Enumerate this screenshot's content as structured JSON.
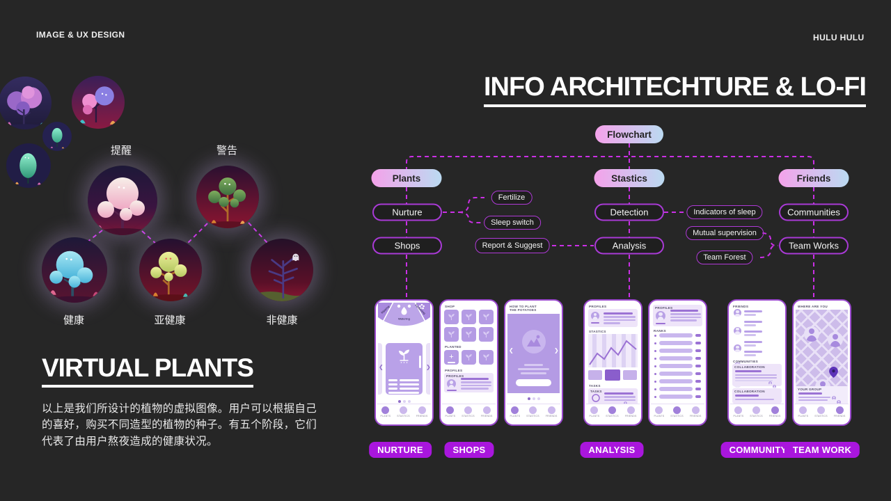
{
  "header": {
    "left_title": "IMAGE & UX DESIGN",
    "right_title": "HULU HULU"
  },
  "left": {
    "labels": {
      "remind": "提醒",
      "warn": "警告",
      "healthy": "健康",
      "subhealthy": "亚健康",
      "unhealthy": "非健康"
    },
    "title": "VIRTUAL PLANTS",
    "paragraph": "以上是我们所设计的植物的虚拟图像。用户可以根据自己的喜好，购买不同造型的植物的种子。有五个阶段，它们代表了由用户熬夜造成的健康状况。"
  },
  "right": {
    "title": "INFO ARCHITECHTURE & LO-FI"
  },
  "flow": {
    "root": "Flowchart",
    "plants": "Plants",
    "nurture": "Nurture",
    "shops": "Shops",
    "fertilize": "Fertilize",
    "sleep_switch": "Sleep switch",
    "report": "Report & Suggest",
    "stastics": "Stastics",
    "detection": "Detection",
    "analysis": "Analysis",
    "indicators": "Indicators of sleep",
    "mutual": "Mutual supervision",
    "forest": "Team Forest",
    "friends": "Friends",
    "communities": "Communities",
    "teamworks": "Team Works"
  },
  "phones": {
    "nav": [
      "PLANTS",
      "STASTICS",
      "FRIENDS"
    ],
    "nurture": {
      "wedge_left": "Nipping",
      "wedge_mid": "Watering",
      "wedge_right": "Fertilizing"
    },
    "shops": {
      "shop": "SHOP",
      "planted": "PLANTED",
      "profiles": "PROFILES",
      "card": "PROFILES"
    },
    "howto": {
      "header": "HOW TO PLANT THE POTATOES"
    },
    "analysis": {
      "profiles": "PROFILES",
      "stastics": "STASTICS",
      "tasks": "TASKS",
      "card": "TASKS"
    },
    "ranks": {
      "card": "PROFILES",
      "ranks": "RANKS"
    },
    "community": {
      "friends": "FRIENDS",
      "communities": "COMMUNITIES",
      "collab": "COLLABORATION",
      "collab2": "COLLABORATION"
    },
    "teamwork": {
      "header": "WHERE ARE YOU",
      "group": "YOUR GROUP"
    }
  },
  "pills": [
    "NURTURE",
    "SHOPS",
    "ANALYSIS",
    "COMMUNITY",
    "TEAM WORK"
  ],
  "colors": {
    "background": "#262626",
    "accent_magenta": "#cb2fe6",
    "node_border": "#a93ad6",
    "gradient_start": "#f4a2ea",
    "gradient_end": "#bbdaf1",
    "pill": "#a916dd",
    "phone_purple": "#b49be4"
  }
}
